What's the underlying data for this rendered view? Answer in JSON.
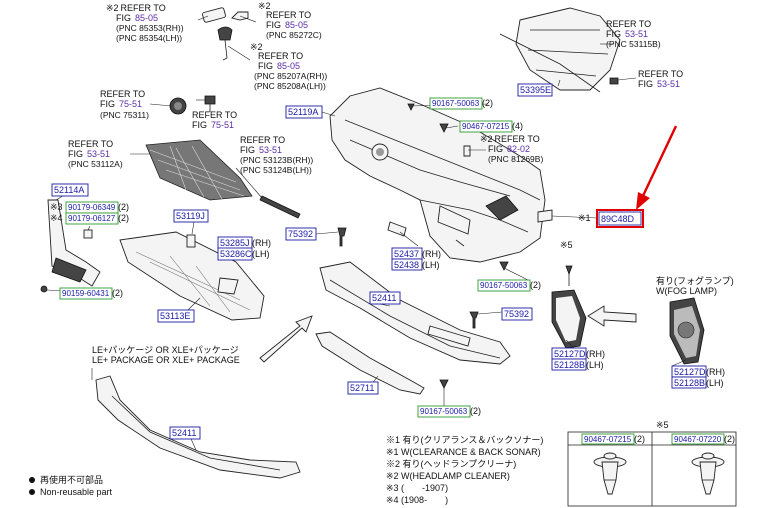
{
  "refer": {
    "top_a": {
      "mark": "※2",
      "line1": "REFER TO",
      "fig_prefix": "FIG",
      "fig": "85-05",
      "pnc1": "(PNC 85353(RH))",
      "pnc2": "(PNC 85354(LH))"
    },
    "top_b": {
      "mark": "※2",
      "line1": "REFER TO",
      "fig_prefix": "FIG",
      "fig": "85-05",
      "pnc1": "(PNC 85272C)"
    },
    "top_c": {
      "mark": "※2",
      "line1": "REFER TO",
      "fig_prefix": "FIG",
      "fig": "85-05",
      "pnc1": "(PNC 85207A(RH))",
      "pnc2": "(PNC 85208A(LH))"
    },
    "emblem_l": {
      "line1": "REFER TO",
      "fig_prefix": "FIG",
      "fig": "75-51",
      "pnc1": "(PNC 75311)"
    },
    "emblem_r": {
      "line1": "REFER TO",
      "fig_prefix": "FIG",
      "fig": "75-51"
    },
    "grille": {
      "line1": "REFER TO",
      "fig_prefix": "FIG",
      "fig": "53-51",
      "pnc1": "(PNC 53112A)"
    },
    "mid": {
      "line1": "REFER TO",
      "fig_prefix": "FIG",
      "fig": "53-51",
      "pnc1": "(PNC 53123B(RH))",
      "pnc2": "(PNC 53124B(LH))"
    },
    "support": {
      "line1": "REFER TO",
      "fig_prefix": "FIG",
      "fig": "53-51",
      "pnc1": "(PNC 53115B)"
    },
    "support2": {
      "line1": "REFER TO",
      "fig_prefix": "FIG",
      "fig": "53-51"
    },
    "sensor": {
      "mark": "※2",
      "line1": "REFER TO",
      "fig_prefix": "FIG",
      "fig": "82-02",
      "pnc1": "(PNC 81269B)"
    }
  },
  "parts": {
    "p53395E": "53395E",
    "p52119A": "52119A",
    "p90167_50063_top": "90167-50063",
    "p90167_50063_top_q": "(2)",
    "p90467_07215_top": "90467-07215",
    "p90467_07215_top_q": "(4)",
    "p52114A": "52114A",
    "p90179_06349": "90179-06349",
    "p90179_06349_q": "(2)",
    "p90179_06349_mark": "※3",
    "p90179_06127": "90179-06127",
    "p90179_06127_q": "(2)",
    "p90179_06127_mark": "※4",
    "p53119J": "53119J",
    "p53285J": "53285J",
    "p53285J_side": "(RH)",
    "p53286C": "53286C",
    "p53286C_side": "(LH)",
    "p75392_a": "75392",
    "p52437": "52437",
    "p52437_side": "(RH)",
    "p52438": "52438",
    "p52438_side": "(LH)",
    "p89C48D": "89C48D",
    "p89C48D_mark": "※1",
    "p90159_60431": "90159-60431",
    "p90159_60431_q": "(2)",
    "p53113E": "53113E",
    "p90167_50063_mid": "90167-50063",
    "p90167_50063_mid_q": "(2)",
    "p52411_main": "52411",
    "p75392_b": "75392",
    "p52127D_mid": "52127D",
    "p52127D_mid_side": "(RH)",
    "p52128B_mid": "52128B",
    "p52128B_mid_side": "(LH)",
    "p52711": "52711",
    "p90167_50063_bot": "90167-50063",
    "p90167_50063_bot_q": "(2)",
    "p52127D_fog": "52127D",
    "p52127D_fog_side": "(RH)",
    "p52128B_fog": "52128B",
    "p52128B_fog_side": "(LH)",
    "p52411_pkg": "52411",
    "clip_mark": "※5"
  },
  "fog": {
    "line1": "有り(フォグランプ)",
    "line2": "W(FOG LAMP)"
  },
  "package": {
    "line1": "LE+パッケージ OR XLE+パッケージ",
    "line2": "LE+ PACKAGE OR XLE+ PACKAGE"
  },
  "legend": {
    "item1": "再使用不可部品",
    "item2": "Non-reusable part"
  },
  "notes": [
    "※1 有り(クリアランス＆バックソナー)",
    "※1 W(CLEARANCE & BACK SONAR)",
    "※2 有り(ヘッドランプクリーナ)",
    "※2 W(HEADLAMP CLEANER)",
    "※3 (　　-1907)",
    "※4 (1908-　　)"
  ],
  "clip_table": {
    "mark": "※5",
    "col1": "90467-07215",
    "col1_q": "(2)",
    "col2": "90467-07220",
    "col2_q": "(2)"
  },
  "colors": {
    "accent_blue": "#1a1aa6",
    "box_green": "#2e9a2e",
    "highlight_red": "#e00000",
    "ref_purple": "#5a2ea6"
  }
}
